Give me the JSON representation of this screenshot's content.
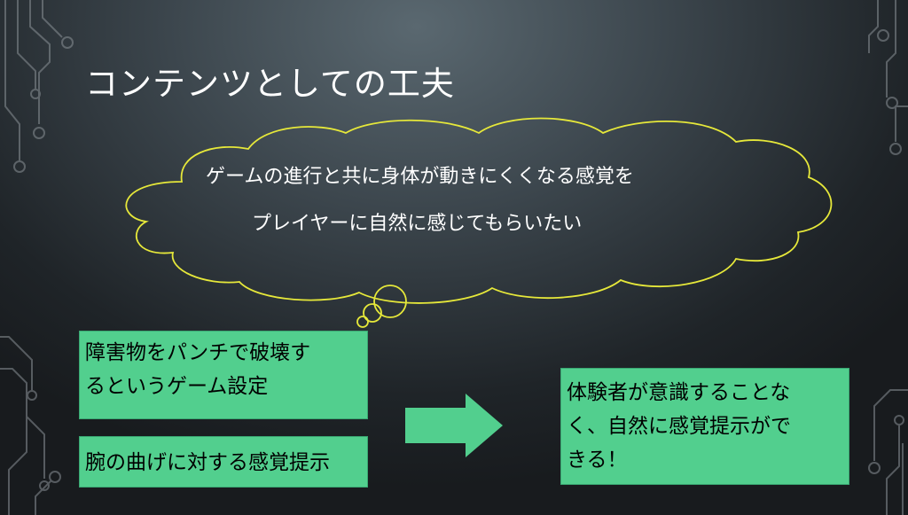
{
  "slide": {
    "title": "コンテンツとしての工夫",
    "thought": {
      "line1": "ゲームの進行と共に身体が動きにくくなる感覚を",
      "line2": "プレイヤーに自然に感じてもらいたい"
    },
    "box_game": {
      "line1": "障害物をパンチで破壊す",
      "line2": "るというゲーム設定"
    },
    "box_arm": {
      "text": "腕の曲げに対する感覚提示"
    },
    "box_result": {
      "line1": "体験者が意識することな",
      "line2": "く、自然に感覚提示がで",
      "line3": "きる！"
    }
  },
  "colors": {
    "box_fill": "#52cf8e",
    "cloud_stroke": "#e6e83a",
    "arrow_fill": "#52cf8e",
    "title_text": "#ffffff"
  }
}
